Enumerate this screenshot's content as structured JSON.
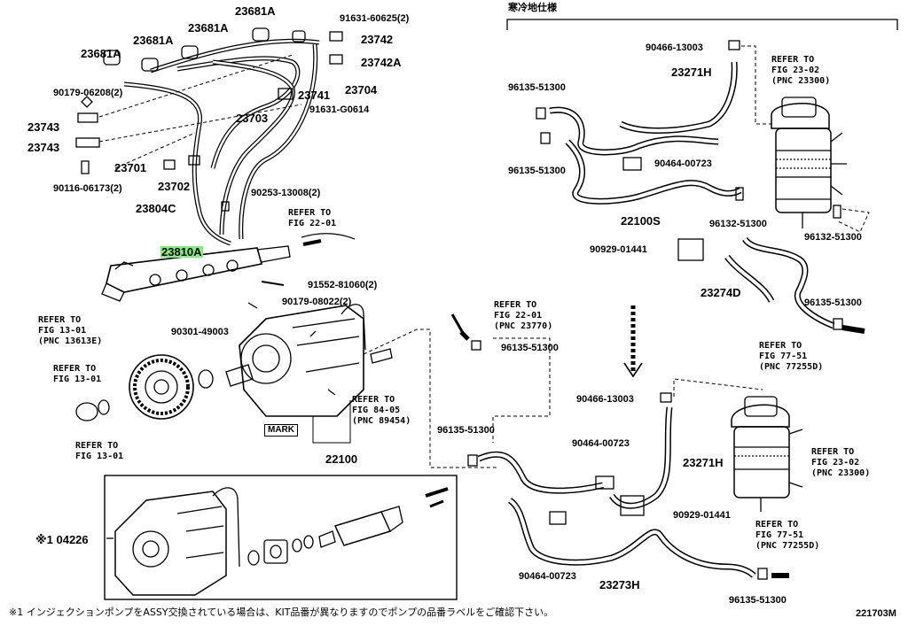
{
  "header": {
    "cold_spec": "寒冷地仕様"
  },
  "callouts": {
    "p23681A_top": "23681A",
    "p91631_60625": "91631-60625(2)",
    "p23681A_a": "23681A",
    "p23681A_b": "23681A",
    "p23681A_c": "23681A",
    "p23742": "23742",
    "p23742A": "23742A",
    "p90179_06208": "90179-06208(2)",
    "p23741": "23741",
    "p23704": "23704",
    "p91631_G0614": "91631-G0614",
    "p23743_a": "23743",
    "p23703": "23703",
    "p23743_b": "23743",
    "p23701": "23701",
    "p23702": "23702",
    "p90116_06173": "90116-06173(2)",
    "p90253_13008": "90253-13008(2)",
    "p23804C": "23804C",
    "p23810A": "23810A",
    "p91552_81060": "91552-81060(2)",
    "p90179_08022": "90179-08022(2)",
    "p90301_49003": "90301-49003",
    "p22100": "22100",
    "mark": "MARK",
    "p04226": "※1 04226",
    "p90466_13003_a": "90466-13003",
    "p23271H_a": "23271H",
    "p96135_51300_a": "96135-51300",
    "p96135_51300_b": "96135-51300",
    "p90464_00723_a": "90464-00723",
    "p22100S": "22100S",
    "p96132_51300_a": "96132-51300",
    "p96132_51300_b": "96132-51300",
    "p90929_01441_a": "90929-01441",
    "p23274D": "23274D",
    "p96135_51300_c": "96135-51300",
    "p96135_51300_d": "96135-51300",
    "p90466_13003_b": "90466-13003",
    "p96135_51300_e": "96135-51300",
    "p90464_00723_b": "90464-00723",
    "p23271H_b": "23271H",
    "p90929_01441_b": "90929-01441",
    "p90464_00723_c": "90464-00723",
    "p23273H": "23273H",
    "p96135_51300_f": "96135-51300"
  },
  "refs": {
    "fig22_01_a": "REFER TO\nFIG 22-01",
    "fig13_01_pnc": "REFER TO\nFIG 13-01\n(PNC 13613E)",
    "fig13_01_a": "REFER TO\nFIG 13-01",
    "fig13_01_b": "REFER TO\nFIG 13-01",
    "fig84_05": "REFER TO\nFIG 84-05\n(PNC 89454)",
    "fig22_01_b": "REFER TO\nFIG 22-01\n(PNC 23770)",
    "fig23_02_a": "REFER TO\nFIG 23-02\n(PNC 23300)",
    "fig77_51_a": "REFER TO\nFIG 77-51\n(PNC 77255D)",
    "fig23_02_b": "REFER TO\nFIG 23-02\n(PNC 23300)",
    "fig77_51_b": "REFER TO\nFIG 77-51\n(PNC 77255D)"
  },
  "footer": {
    "note": "※1 インジェクションポンプをASSY交換されている場合は、KIT品番が異なりますのでポンプの品番ラベルをご確認下さい。",
    "fig_code": "221703M"
  },
  "colors": {
    "highlight": "#7ff07a",
    "ink": "#000000"
  }
}
